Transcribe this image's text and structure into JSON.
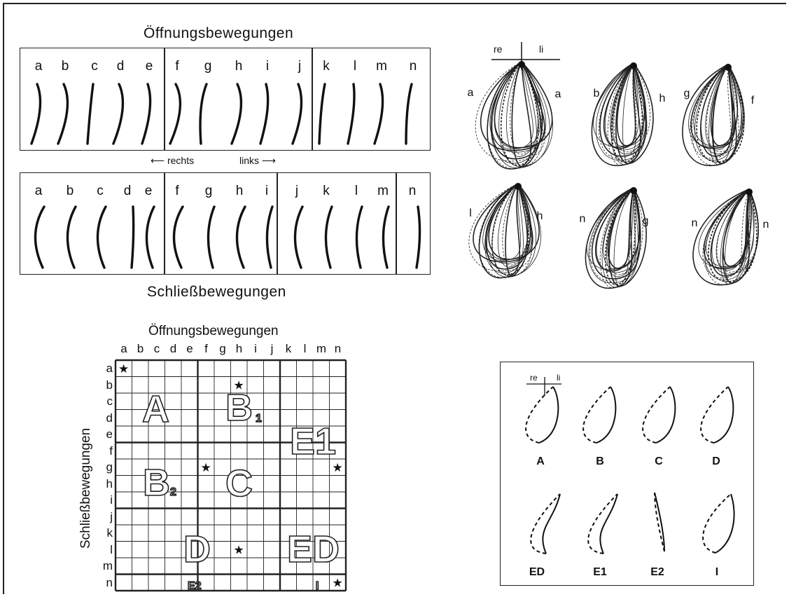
{
  "top_left": {
    "title_open": "Öffnungsbewegungen",
    "open_letters": [
      "a",
      "b",
      "c",
      "d",
      "e",
      "f",
      "g",
      "h",
      "i",
      "j",
      "k",
      "l",
      "m",
      "n"
    ],
    "direction_right": "rechts",
    "direction_left": "links",
    "close_letters": [
      "a",
      "b",
      "c",
      "d",
      "e",
      "f",
      "g",
      "h",
      "i",
      "j",
      "k",
      "l",
      "m",
      "n"
    ],
    "title_close": "Schließbewegungen"
  },
  "top_right": {
    "re": "re",
    "li": "li",
    "tracing_labels": [
      {
        "left": "a",
        "right": "a"
      },
      {
        "left": "b",
        "right": "h"
      },
      {
        "left": "g",
        "right": "f"
      },
      {
        "left": "l",
        "right": "h"
      },
      {
        "left": "n",
        "right": "g"
      },
      {
        "left": "n",
        "right": "n"
      }
    ]
  },
  "matrix": {
    "title": "Öffnungsbewegungen",
    "ylabel": "Schließbewegungen",
    "col_labels": [
      "a",
      "b",
      "c",
      "d",
      "e",
      "f",
      "g",
      "h",
      "i",
      "j",
      "k",
      "l",
      "m",
      "n"
    ],
    "row_labels": [
      "a",
      "b",
      "c",
      "d",
      "e",
      "f",
      "g",
      "h",
      "i",
      "j",
      "k",
      "l",
      "m",
      "n"
    ],
    "region_A": "A",
    "region_B1": "B",
    "region_B1_sub": "1",
    "region_E1": "E1",
    "region_B2": "B",
    "region_B2_sub": "2",
    "region_C": "C",
    "region_D": "D",
    "region_ED": "ED",
    "region_E2": "E2",
    "region_I": "I",
    "star": "★"
  },
  "legend_box": {
    "re": "re",
    "li": "li",
    "types": [
      "A",
      "B",
      "C",
      "D",
      "ED",
      "E1",
      "E2",
      "I"
    ]
  }
}
